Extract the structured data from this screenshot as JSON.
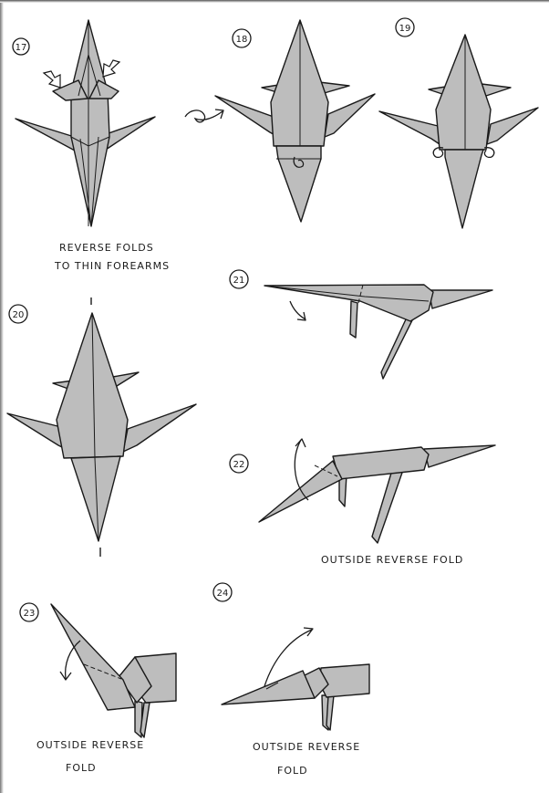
{
  "steps": [
    {
      "number": "17",
      "caption_lines": [
        "REVERSE FOLDS",
        "TO THIN FOREARMS"
      ]
    },
    {
      "number": "18",
      "caption_lines": []
    },
    {
      "number": "19",
      "caption_lines": []
    },
    {
      "number": "20",
      "caption_lines": []
    },
    {
      "number": "21",
      "caption_lines": []
    },
    {
      "number": "22",
      "caption_lines": [
        "OUTSIDE  REVERSE  FOLD"
      ]
    },
    {
      "number": "23",
      "caption_lines": [
        "OUTSIDE  REVERSE",
        "FOLD"
      ]
    },
    {
      "number": "24",
      "caption_lines": [
        "OUTSIDE  REVERSE",
        "FOLD"
      ]
    }
  ],
  "colors": {
    "paper": "#bdbdbd",
    "ink": "#1a1a1a",
    "background": "#ffffff"
  }
}
